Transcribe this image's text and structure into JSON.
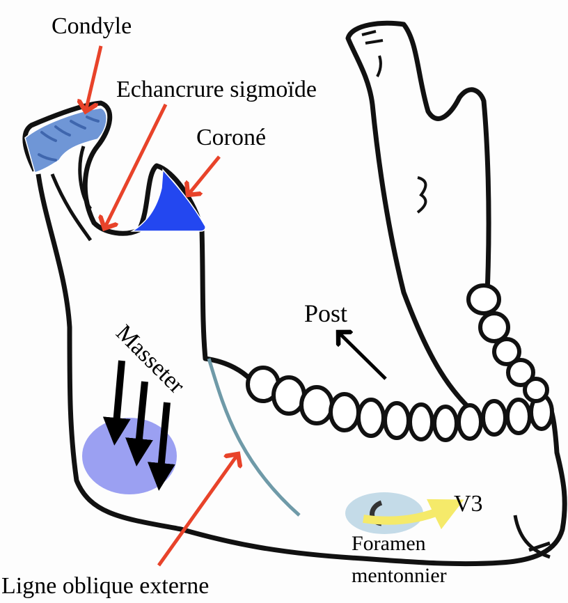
{
  "labels": {
    "condyle": "Condyle",
    "echancrure": "Echancrure sigmoïde",
    "corone": "Coroné",
    "masseter": "Masseter",
    "post": "Post",
    "v3": "V3",
    "foramen_line1": "Foramen",
    "foramen_line2": "mentonnier",
    "ligne": "Ligne oblique externe"
  },
  "colors": {
    "outline": "#111111",
    "arrow_red": "#e8432a",
    "condyle_fill": "#6f96d6",
    "corone_fill": "#2347f0",
    "masseter_fill": "#8a8ff0",
    "ligne_line": "#6f9aa8",
    "foramen_fill": "#c4dbe8",
    "v3_arrow": "#f5ea6a"
  }
}
